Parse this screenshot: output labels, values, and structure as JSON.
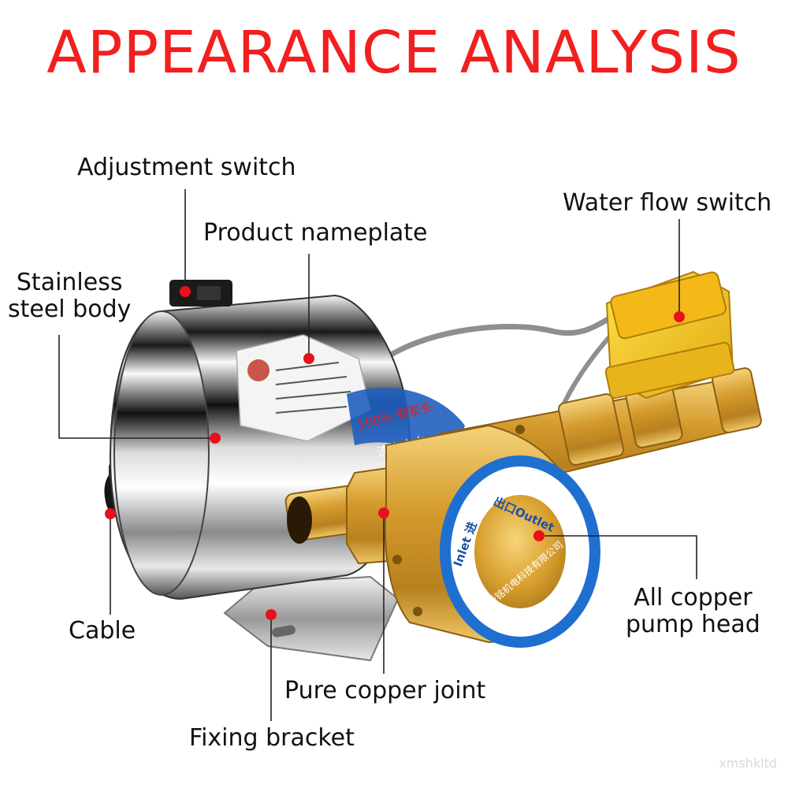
{
  "title": "APPEARANCE ANALYSIS",
  "labels": {
    "adjustment_switch": "Adjustment switch",
    "product_nameplate": "Product nameplate",
    "stainless_body": "Stainless\nsteel body",
    "water_flow_switch": "Water flow switch",
    "cable": "Cable",
    "all_copper_pump_head": "All copper\npump head",
    "pure_copper_joint": "Pure copper joint",
    "fixing_bracket": "Fixing bracket"
  },
  "pump": {
    "disc_text_inlet": "Inlet 进",
    "disc_text_outlet": "出口Outlet",
    "disc_text_company": "台州浙铭机电科技有限公司",
    "band_text": "100% 铜泵头",
    "band_text_2": "流水方向"
  },
  "watermark": "xmshkltd",
  "colors": {
    "title": "#f21f1f",
    "marker": "#e8111b",
    "leader": "#222222",
    "copper": "#d9a33a",
    "switch": "#f2c21a",
    "disc_band": "#1f6fd1"
  }
}
